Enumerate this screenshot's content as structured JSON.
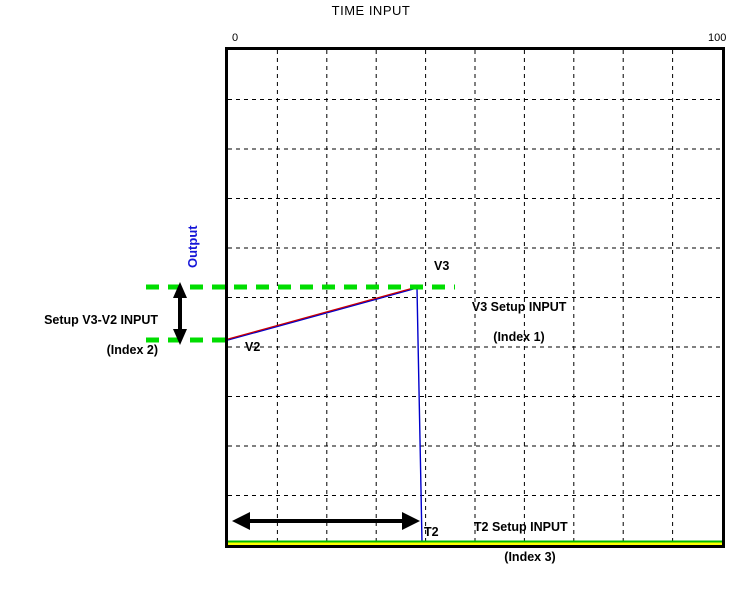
{
  "chart_data": {
    "type": "line",
    "title": "TIME INPUT",
    "xlabel": "",
    "ylabel": "",
    "xlim": [
      0,
      100
    ],
    "x_tick_labels": [
      "0",
      "100"
    ],
    "grid": true,
    "grid_cols": 10,
    "grid_rows": 10,
    "legend": "none",
    "series": [
      {
        "name": "ramp-and-drop-waveform",
        "color": "#0000cc",
        "overlay_color": "#cc0000",
        "points": [
          {
            "x": 0.0,
            "y": 0.413
          },
          {
            "x": 37.5,
            "y": 0.52
          },
          {
            "x": 38.0,
            "y": 0.01
          },
          {
            "x": 38.6,
            "y": 0.0
          }
        ],
        "description": "Linear ramp from V2 up to V3 over interval T2, then a fast vertical drop to baseline"
      },
      {
        "name": "baseline",
        "color": "#00bb00",
        "overlay_color": "#ffff00",
        "points": [
          {
            "x": 0,
            "y": 0
          },
          {
            "x": 100,
            "y": 0
          }
        ]
      }
    ],
    "markers": [
      {
        "name": "V3 level",
        "type": "horizontal-dashed",
        "color": "#00dd00",
        "y_value": 0.52
      },
      {
        "name": "V2 level",
        "type": "horizontal-dashed",
        "color": "#00dd00",
        "y_value": 0.413
      },
      {
        "name": "T2 span",
        "type": "horizontal-double-arrow",
        "color": "#000000",
        "x_from": 0,
        "x_to": 37.5
      },
      {
        "name": "Output span",
        "type": "vertical-double-arrow",
        "color": "#000000",
        "y_from": 0.413,
        "y_to": 0.52
      }
    ]
  },
  "annotations": {
    "title": "TIME INPUT",
    "x_tick_min": "0",
    "x_tick_max": "100",
    "setup_v3_v2": {
      "line1": "Setup V3-V2 INPUT",
      "line2": "(Index 2)"
    },
    "v3_setup": {
      "line1": "V3 Setup INPUT",
      "line2": "(Index 1)"
    },
    "t2_setup": {
      "line1": "T2 Setup INPUT",
      "line2": "(Index 3)"
    },
    "output_label": "Output",
    "label_v3": "V3",
    "label_v2": "V2",
    "label_t2": "T2"
  },
  "colors": {
    "green_dash": "#00dd00",
    "blue_curve": "#0000cc",
    "red_curve": "#cc0000",
    "baseline_green": "#00bb00",
    "baseline_yellow": "#ffff00",
    "output_text": "#1616d8",
    "frame": "#000000",
    "grid": "#000000"
  }
}
